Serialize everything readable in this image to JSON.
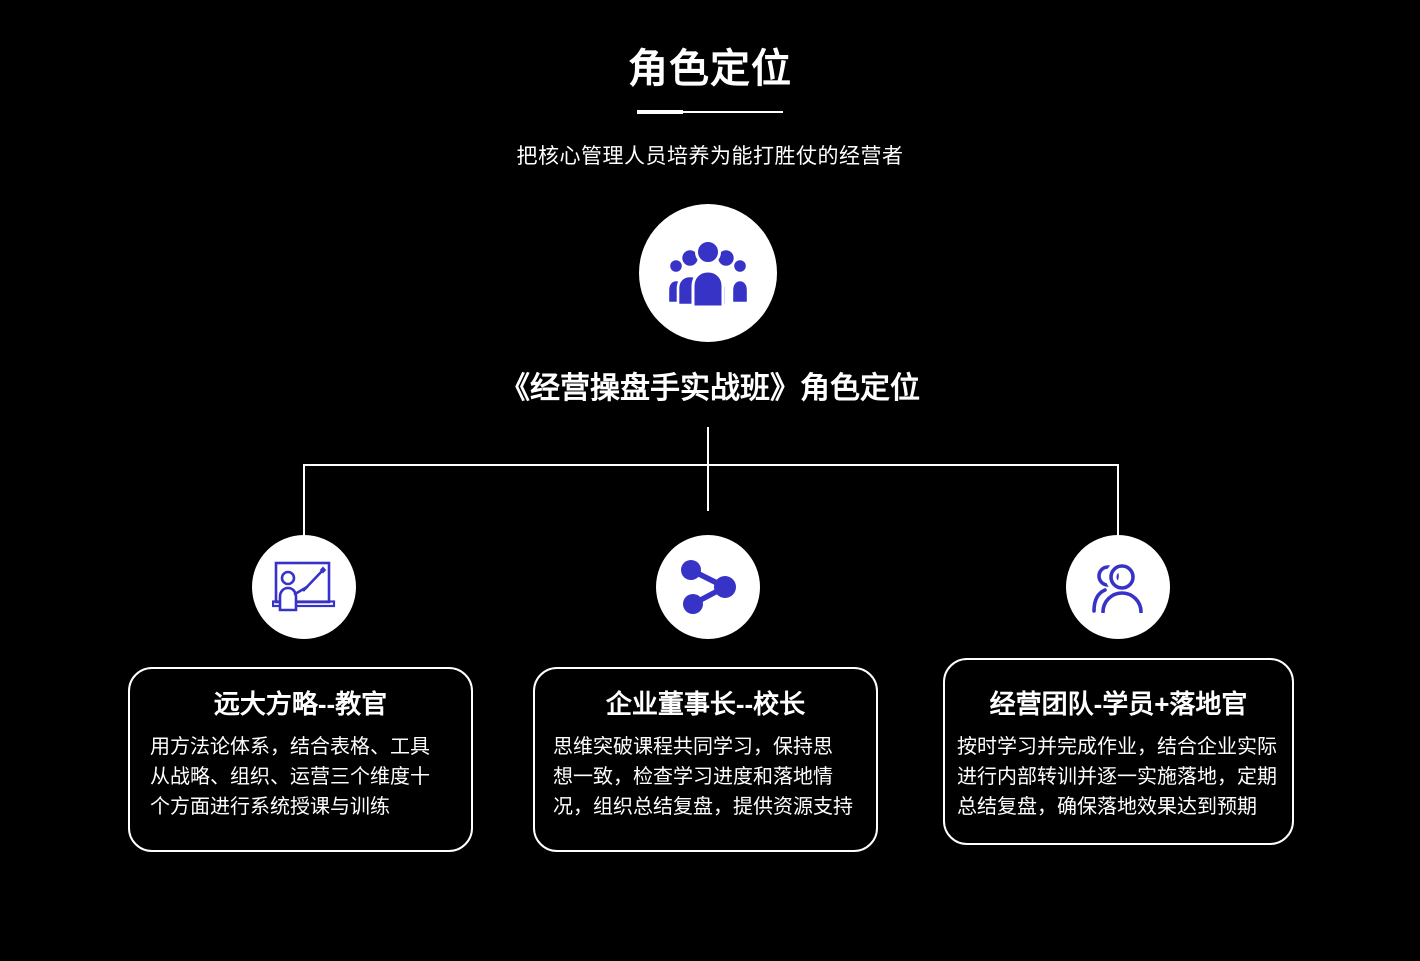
{
  "header": {
    "title": "角色定位",
    "subtitle": "把核心管理人员培养为能打胜仗的经营者"
  },
  "diagram": {
    "root_label": "《经营操盘手实战班》角色定位",
    "root_icon": "people-group-icon",
    "branches": [
      {
        "icon": "teacher-board-icon",
        "title": "远大方略--教官",
        "body": "用方法论体系，结合表格、工具\n从战略、组织、运营三个维度十\n个方面进行系统授课与训练"
      },
      {
        "icon": "share-nodes-icon",
        "title": "企业董事长--校长",
        "body": "思维突破课程共同学习，保持思\n想一致，检查学习进度和落地情\n况，组织总结复盘，提供资源支持"
      },
      {
        "icon": "team-users-icon",
        "title": "经营团队-学员+落地官",
        "body": "按时学习并完成作业，结合企业实际\n进行内部转训并逐一实施落地，定期\n总结复盘，确保落地效果达到预期"
      }
    ]
  },
  "colors": {
    "background": "#000000",
    "text": "#ffffff",
    "accent": "#3733c6",
    "node_background": "#ffffff"
  }
}
